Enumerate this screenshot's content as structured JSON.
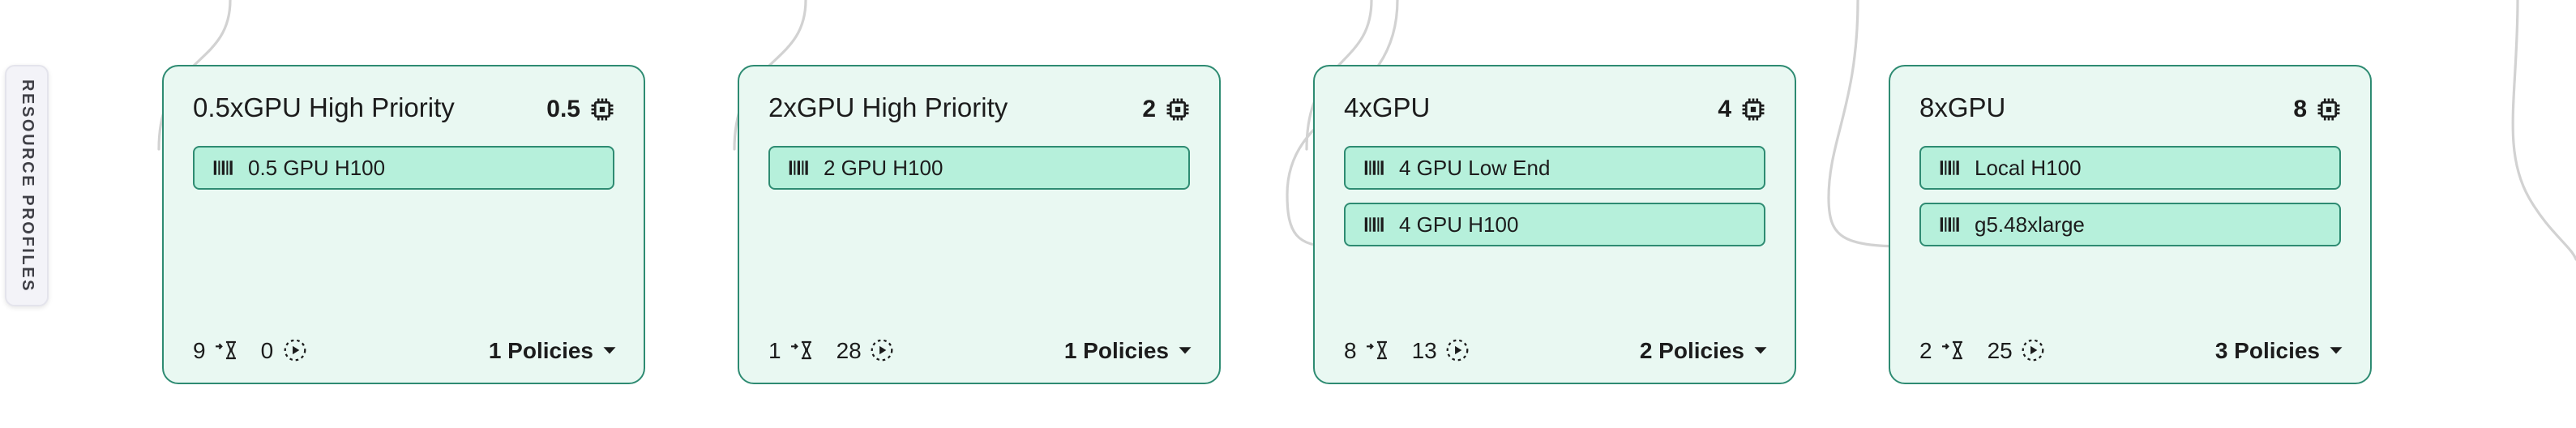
{
  "colors": {
    "card_border": "#2e8b72",
    "card_background": "#e9f8f2",
    "chip_background": "#b6f0db",
    "connector": "#d2d2d2",
    "text": "#1c1c1c"
  },
  "sidebar_tab": {
    "label": "RESOURCE PROFILES"
  },
  "cards": [
    {
      "title": "0.5xGPU High Priority",
      "gpu_count": "0.5",
      "tags": [
        "0.5 GPU H100"
      ],
      "pending_count": "9",
      "running_count": "0",
      "policies_label": "1 Policies"
    },
    {
      "title": "2xGPU High Priority",
      "gpu_count": "2",
      "tags": [
        "2 GPU H100"
      ],
      "pending_count": "1",
      "running_count": "28",
      "policies_label": "1 Policies"
    },
    {
      "title": "4xGPU",
      "gpu_count": "4",
      "tags": [
        "4 GPU Low End",
        "4 GPU H100"
      ],
      "pending_count": "8",
      "running_count": "13",
      "policies_label": "2 Policies"
    },
    {
      "title": "8xGPU",
      "gpu_count": "8",
      "tags": [
        "Local H100",
        "g5.48xlarge"
      ],
      "pending_count": "2",
      "running_count": "25",
      "policies_label": "3 Policies"
    }
  ]
}
